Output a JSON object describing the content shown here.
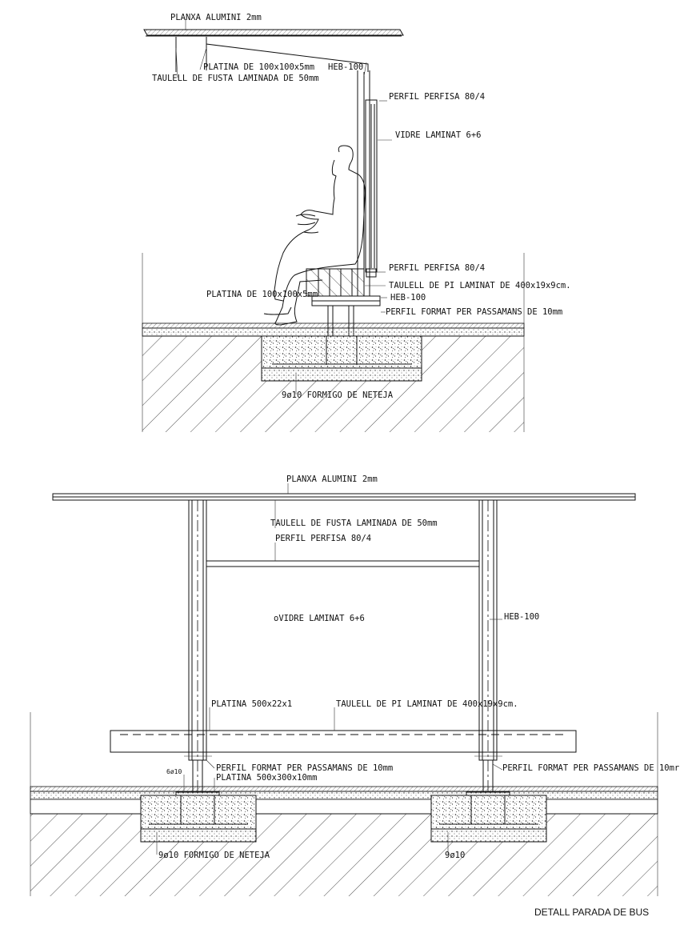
{
  "section": {
    "labels": {
      "planxa": "PLANXA ALUMINI 2mm",
      "platina_top": "PLATINA DE 100x100x5mm",
      "heb_top": "HEB-100",
      "taulell_fusta": "TAULELL DE FUSTA LAMINADA DE 50mm",
      "perfil_perfisa_top": "PERFIL PERFISA 80/4",
      "vidre": "VIDRE LAMINAT 6+6",
      "perfil_perfisa_bottom": "PERFIL PERFISA 80/4",
      "taulell_pi": "TAULELL DE PI LAMINAT DE 400x19x9cm.",
      "heb_bottom": "HEB-100",
      "platina_bottom": "PLATINA DE 100x100x5mm",
      "perfil_format": "PERFIL FORMAT PER PASSAMANS DE 10mm",
      "rebar_formigo": "9ø10 FORMIGO DE NETEJA"
    }
  },
  "elevation": {
    "labels": {
      "planxa": "PLANXA ALUMINI 2mm",
      "taulell_fusta": "TAULELL DE FUSTA LAMINADA DE 50mm",
      "perfil_perfisa": "PERFIL PERFISA 80/4",
      "vidre": "oVIDRE LAMINAT 6+6",
      "heb": "HEB-100",
      "platina_500_22": "PLATINA 500x22x1",
      "taulell_pi": "TAULELL DE PI LAMINAT DE 400x19x9cm.",
      "perfil_format_left": "PERFIL FORMAT PER PASSAMANS DE 10mm",
      "perfil_format_right": "PERFIL FORMAT PER PASSAMANS DE 10mr",
      "rebar_small": "6ø10",
      "platina_500_300": "PLATINA 500x300x10mm",
      "rebar_formigo": "9ø10 FORMIGO DE NETEJA",
      "rebar_right": "9ø10"
    }
  },
  "title": "DETALL PARADA DE BUS"
}
